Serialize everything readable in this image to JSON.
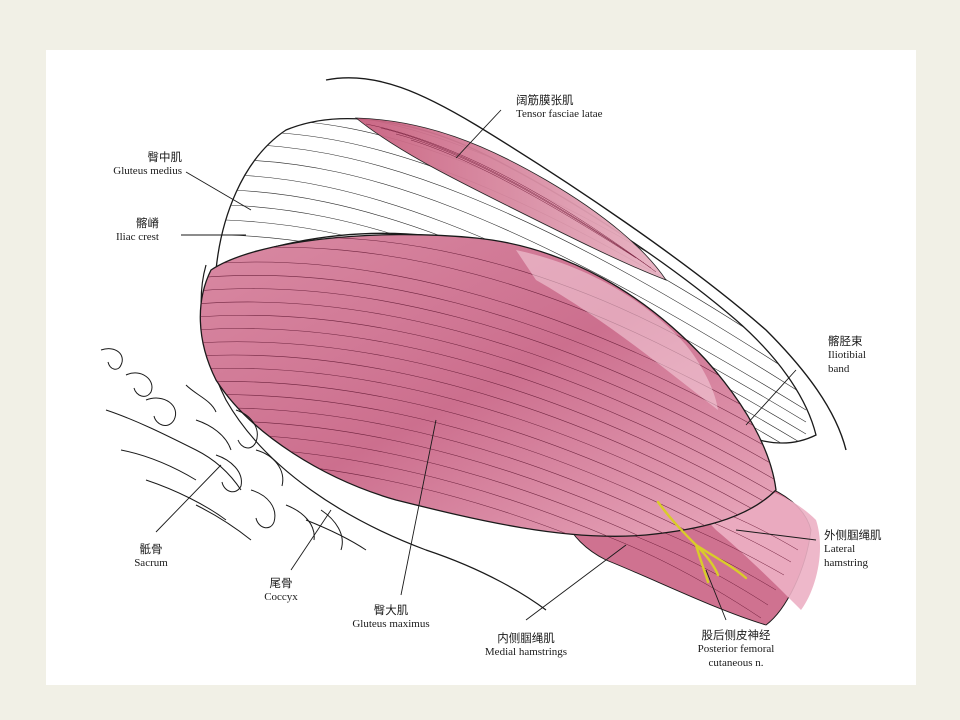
{
  "colors": {
    "background": "#f1f0e6",
    "panel": "#ffffff",
    "muscle": "#cf7290",
    "muscle_light": "#ecb0c4",
    "nerve": "#d9cc2a",
    "line": "#1a1a1a"
  },
  "labels": {
    "tensor_fasciae_latae": {
      "zh": "阔筋膜张肌",
      "en": "Tensor fasciae latae"
    },
    "gluteus_medius": {
      "zh": "臀中肌",
      "en": "Gluteus medius"
    },
    "iliac_crest": {
      "zh": "髂嵴",
      "en": "Iliac crest"
    },
    "iliotibial_band": {
      "zh": "髂胫束",
      "en": "Iliotibial",
      "en2": "band"
    },
    "lateral_hamstring": {
      "zh": "外侧腘绳肌",
      "en": "Lateral",
      "en2": "hamstring"
    },
    "sacrum": {
      "zh": "骶骨",
      "en": "Sacrum"
    },
    "coccyx": {
      "zh": "尾骨",
      "en": "Coccyx"
    },
    "gluteus_maximus": {
      "zh": "臀大肌",
      "en": "Gluteus maximus"
    },
    "medial_hamstrings": {
      "zh": "内侧腘绳肌",
      "en": "Medial hamstrings"
    },
    "posterior_femoral_cutaneous": {
      "zh": "股后侧皮神经",
      "en": "Posterior femoral",
      "en2": "cutaneous n."
    }
  }
}
